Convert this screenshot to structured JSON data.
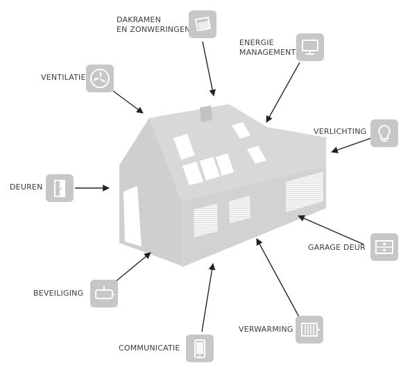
{
  "features": {
    "dakramen": {
      "line1": "DAKRAMEN",
      "line2": "EN ZONWERINGEN",
      "icon": "roof-window-icon"
    },
    "energie": {
      "line1": "ENERGIE",
      "line2": "MANAGEMENT",
      "icon": "monitor-icon"
    },
    "ventilatie": {
      "label": "VENTILATIE",
      "icon": "fan-icon"
    },
    "verlichting": {
      "label": "VERLICHTING",
      "icon": "light-bulb-icon"
    },
    "deuren": {
      "label": "DEUREN",
      "icon": "door-icon"
    },
    "garage": {
      "label": "GARAGE DEUR",
      "icon": "garage-door-icon"
    },
    "beveiliging": {
      "label": "BEVEILIGING",
      "icon": "security-camera-icon"
    },
    "verwarming": {
      "label": "VERWARMING",
      "icon": "radiator-icon"
    },
    "communicatie": {
      "label": "COMMUNICATIE",
      "icon": "phone-icon"
    }
  },
  "colors": {
    "house": "#d6d6d6",
    "house_dark": "#c4c4c4",
    "tile": "#c7c7c7",
    "arrow": "#222222"
  }
}
